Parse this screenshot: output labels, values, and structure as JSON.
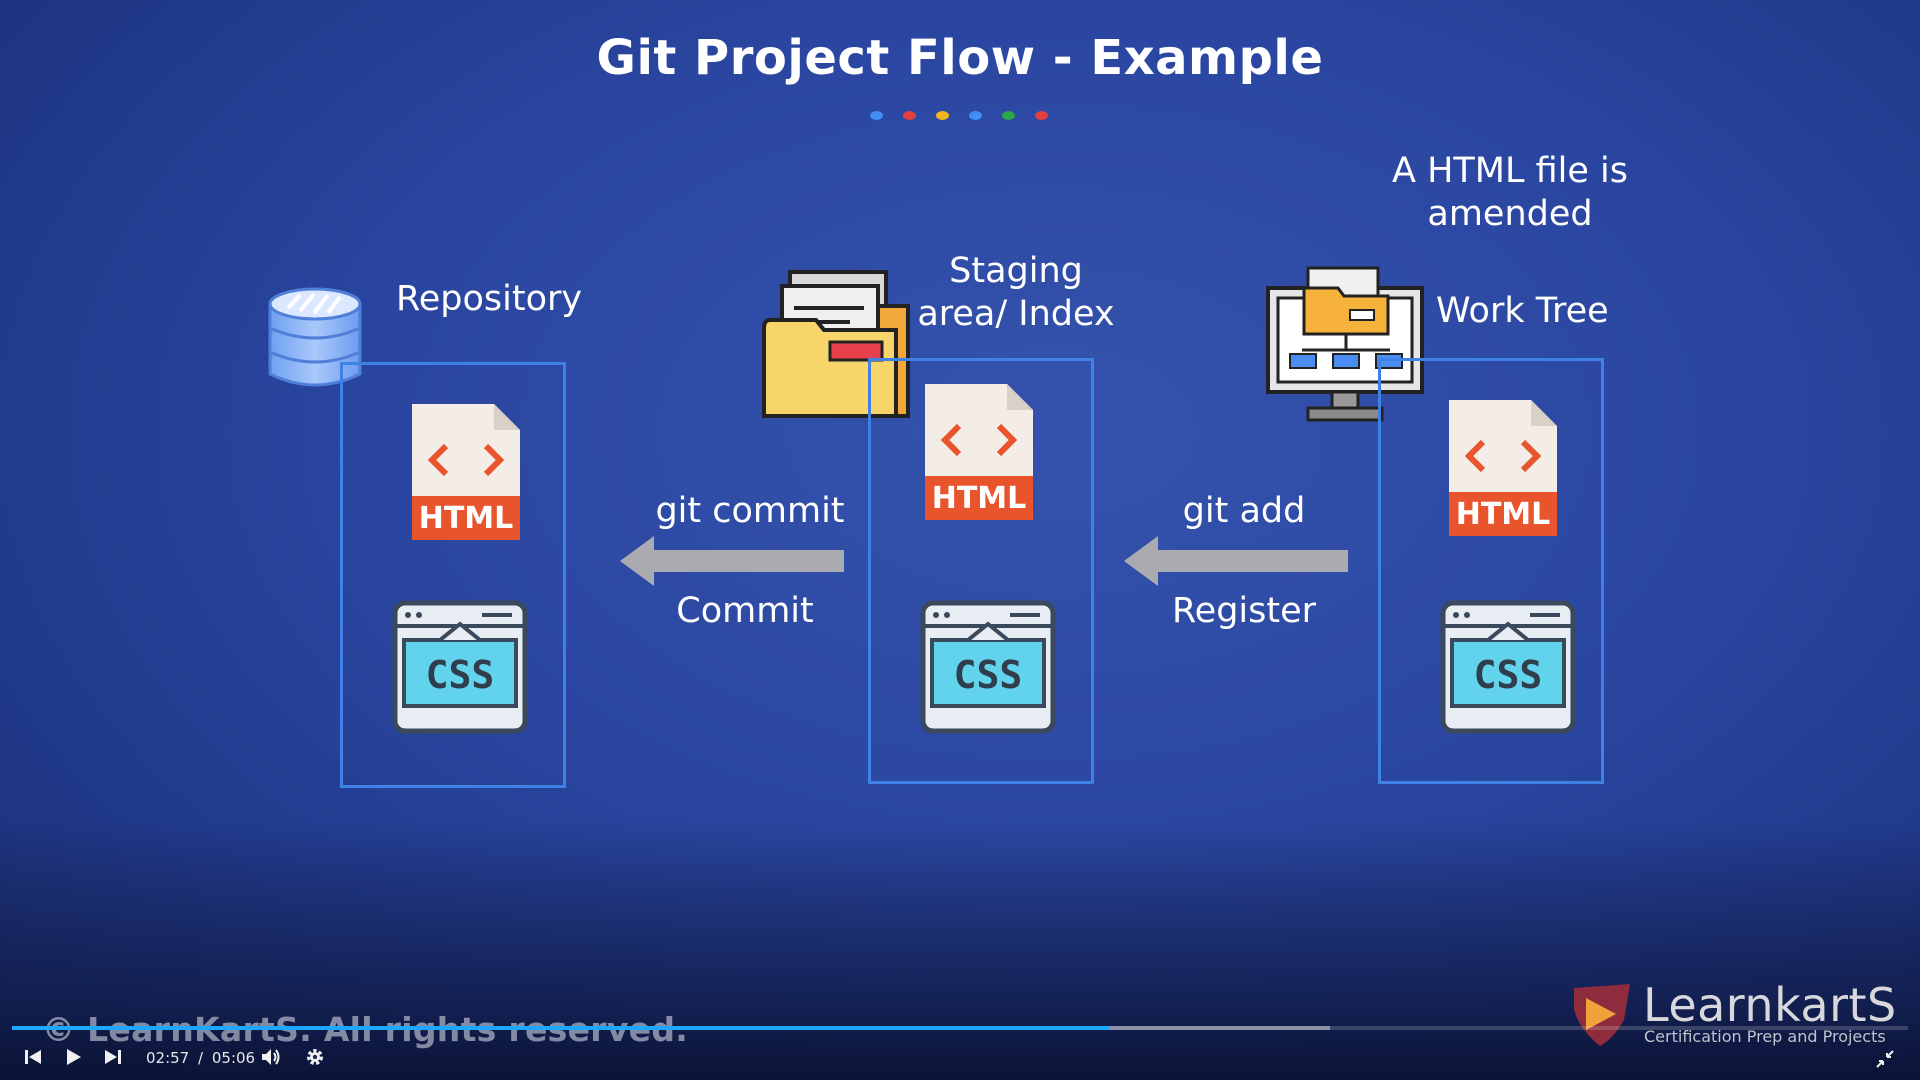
{
  "slide": {
    "title": "Git Project Flow - Example",
    "dot_colors": [
      "#3f8ef0",
      "#e0413a",
      "#f1b51c",
      "#3f8ef0",
      "#2ba84a",
      "#e0413a"
    ],
    "annotation": "A HTML file is amended"
  },
  "columns": [
    {
      "label": "Repository",
      "icon": "database-icon",
      "files": [
        "HTML",
        "CSS"
      ]
    },
    {
      "label": "Staging area/ Index",
      "icon": "folder-files-icon",
      "files": [
        "HTML",
        "CSS"
      ]
    },
    {
      "label": "Work Tree",
      "icon": "computer-folder-icon",
      "files": [
        "HTML",
        "CSS"
      ]
    }
  ],
  "flows": [
    {
      "command": "git commit",
      "caption": "Commit"
    },
    {
      "command": "git add",
      "caption": "Register"
    }
  ],
  "colors": {
    "box_border": "#3e82e6",
    "html_orange": "#e8552c",
    "css_cyan": "#62d3ec",
    "arrow_gray": "#a9abb0"
  },
  "player": {
    "watermark": "© LearnKartS. All rights reserved.",
    "current_time": "02:57",
    "separator": "/",
    "duration": "05:06",
    "progress_fraction": 0.579,
    "buffer_fraction": 0.695,
    "brand_name": "LearnkartS",
    "brand_tagline": "Certification Prep and Projects"
  }
}
